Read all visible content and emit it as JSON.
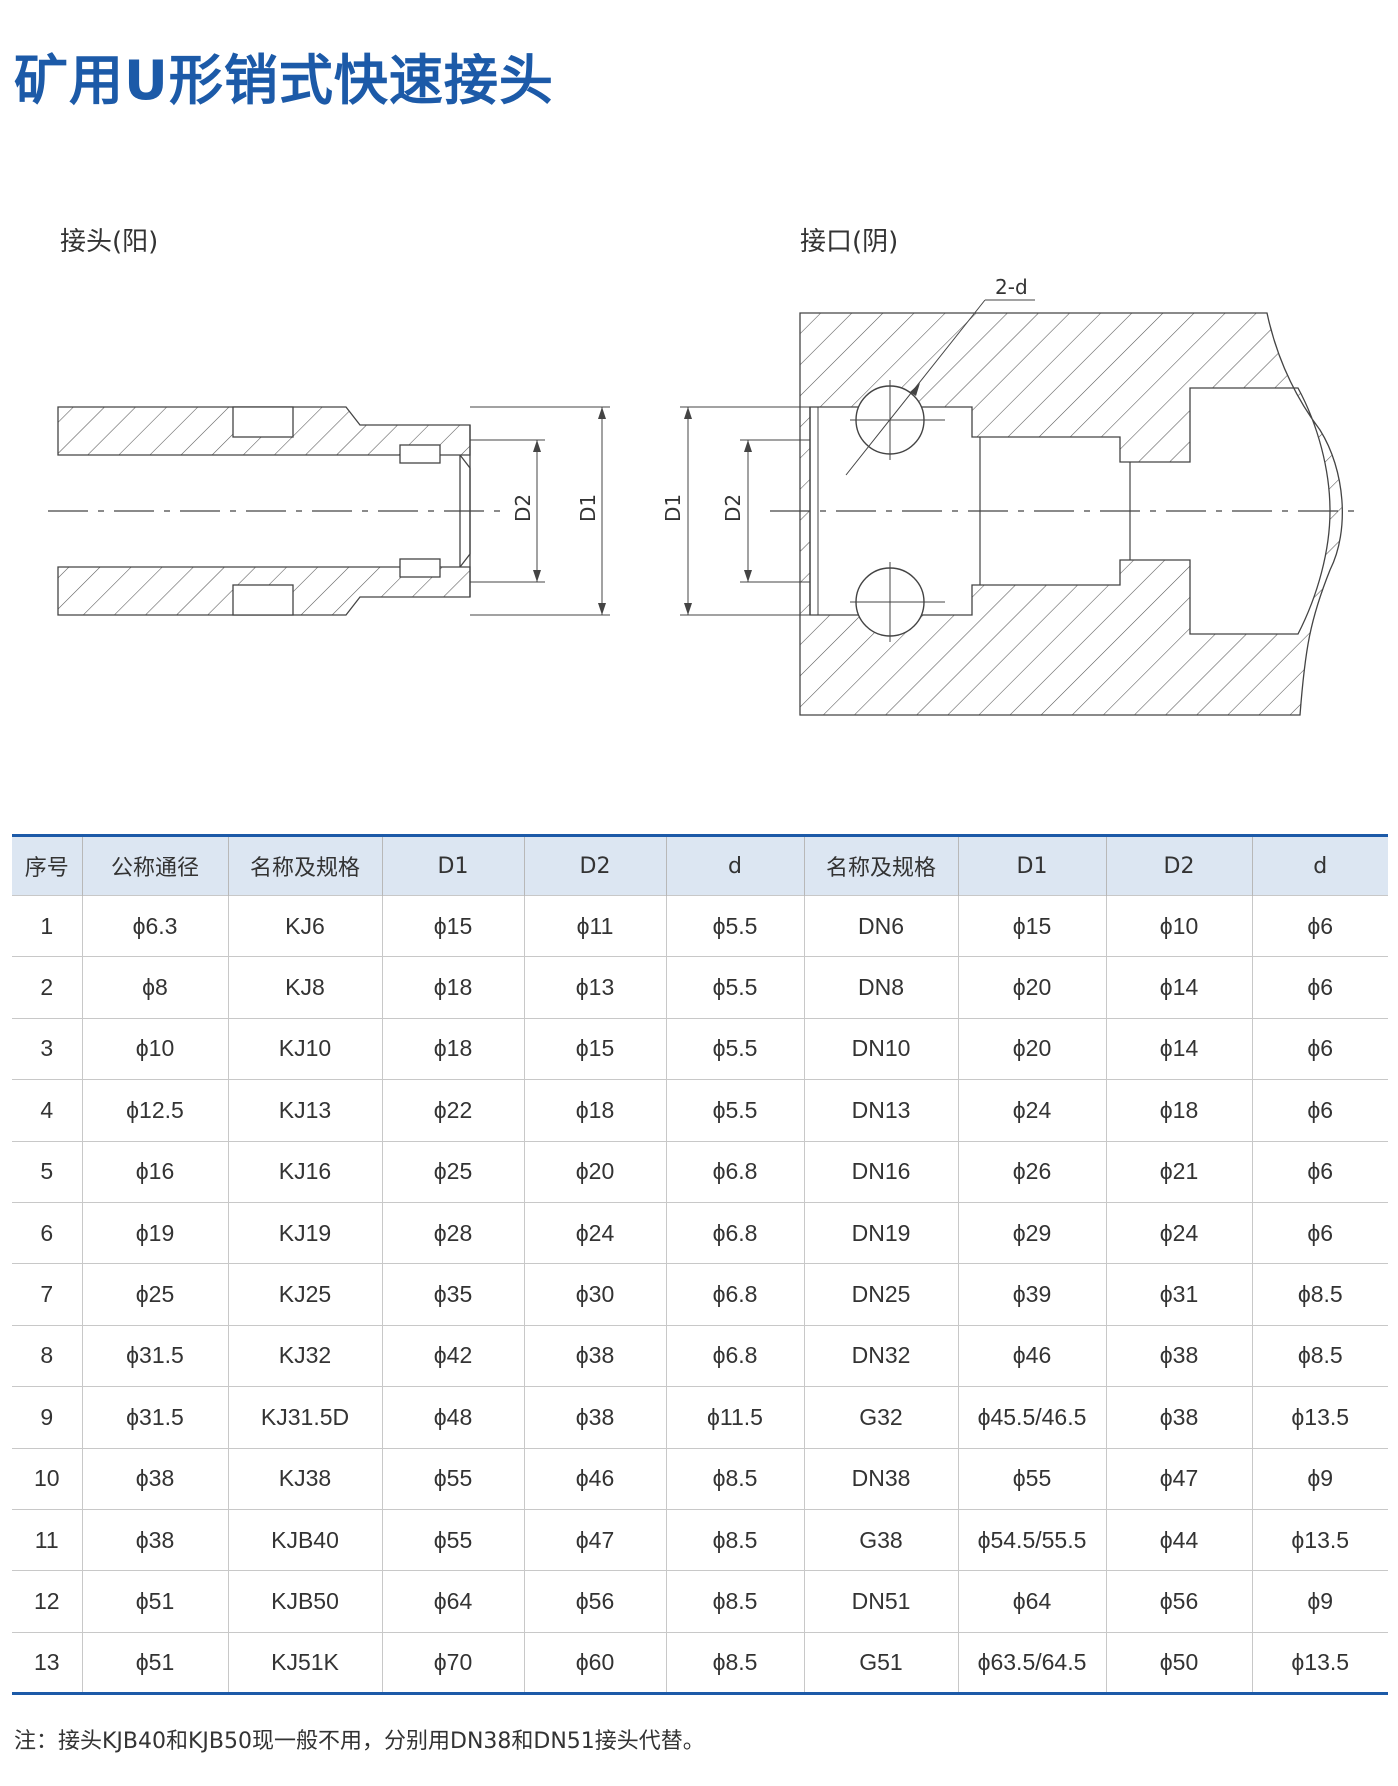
{
  "page": {
    "title": "矿用U形销式快速接头"
  },
  "drawing": {
    "male_label": "接头(阳)",
    "female_label": "接口(阴)",
    "callout_pin": "2-d",
    "dim_d1": "D1",
    "dim_d2": "D2"
  },
  "table": {
    "headers": [
      "序号",
      "公称通径",
      "名称及规格",
      "D1",
      "D2",
      "d",
      "名称及规格",
      "D1",
      "D2",
      "d"
    ],
    "rows": [
      [
        "1",
        "ϕ6.3",
        "KJ6",
        "ϕ15",
        "ϕ11",
        "ϕ5.5",
        "DN6",
        "ϕ15",
        "ϕ10",
        "ϕ6"
      ],
      [
        "2",
        "ϕ8",
        "KJ8",
        "ϕ18",
        "ϕ13",
        "ϕ5.5",
        "DN8",
        "ϕ20",
        "ϕ14",
        "ϕ6"
      ],
      [
        "3",
        "ϕ10",
        "KJ10",
        "ϕ18",
        "ϕ15",
        "ϕ5.5",
        "DN10",
        "ϕ20",
        "ϕ14",
        "ϕ6"
      ],
      [
        "4",
        "ϕ12.5",
        "KJ13",
        "ϕ22",
        "ϕ18",
        "ϕ5.5",
        "DN13",
        "ϕ24",
        "ϕ18",
        "ϕ6"
      ],
      [
        "5",
        "ϕ16",
        "KJ16",
        "ϕ25",
        "ϕ20",
        "ϕ6.8",
        "DN16",
        "ϕ26",
        "ϕ21",
        "ϕ6"
      ],
      [
        "6",
        "ϕ19",
        "KJ19",
        "ϕ28",
        "ϕ24",
        "ϕ6.8",
        "DN19",
        "ϕ29",
        "ϕ24",
        "ϕ6"
      ],
      [
        "7",
        "ϕ25",
        "KJ25",
        "ϕ35",
        "ϕ30",
        "ϕ6.8",
        "DN25",
        "ϕ39",
        "ϕ31",
        "ϕ8.5"
      ],
      [
        "8",
        "ϕ31.5",
        "KJ32",
        "ϕ42",
        "ϕ38",
        "ϕ6.8",
        "DN32",
        "ϕ46",
        "ϕ38",
        "ϕ8.5"
      ],
      [
        "9",
        "ϕ31.5",
        "KJ31.5D",
        "ϕ48",
        "ϕ38",
        "ϕ11.5",
        "G32",
        "ϕ45.5/46.5",
        "ϕ38",
        "ϕ13.5"
      ],
      [
        "10",
        "ϕ38",
        "KJ38",
        "ϕ55",
        "ϕ46",
        "ϕ8.5",
        "DN38",
        "ϕ55",
        "ϕ47",
        "ϕ9"
      ],
      [
        "11",
        "ϕ38",
        "KJB40",
        "ϕ55",
        "ϕ47",
        "ϕ8.5",
        "G38",
        "ϕ54.5/55.5",
        "ϕ44",
        "ϕ13.5"
      ],
      [
        "12",
        "ϕ51",
        "KJB50",
        "ϕ64",
        "ϕ56",
        "ϕ8.5",
        "DN51",
        "ϕ64",
        "ϕ56",
        "ϕ9"
      ],
      [
        "13",
        "ϕ51",
        "KJ51K",
        "ϕ70",
        "ϕ60",
        "ϕ8.5",
        "G51",
        "ϕ63.5/64.5",
        "ϕ50",
        "ϕ13.5"
      ]
    ]
  },
  "footer": {
    "note": "注：接头KJB40和KJB50现一般不用，分别用DN38和DN51接头代替。"
  },
  "colors": {
    "accent": "#1c5aa8",
    "header_bg": "#dce6f2"
  }
}
